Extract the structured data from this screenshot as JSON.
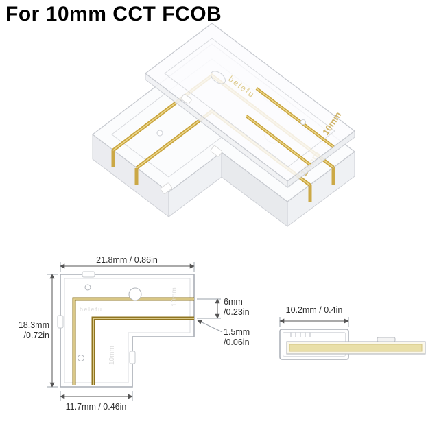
{
  "title": "For 10mm CCT FCOB",
  "colors": {
    "gold": "#c9a43c",
    "trace_brown": "#8f7420",
    "outline_gray": "#a9adb5",
    "dim_text": "#2e2e2e"
  },
  "render": {
    "brand_marking": "belefu",
    "size_marking_lid": "10mm",
    "size_marking_base": "10mm"
  },
  "top_view": {
    "dim_width_top": "21.8mm / 0.86in",
    "dim_height_mm": "18.3mm",
    "dim_height_in": "/0.72in",
    "dim_pitch_mm": "6mm",
    "dim_pitch_in": "/0.23in",
    "dim_trace_mm": "1.5mm",
    "dim_trace_in": "/0.06in",
    "dim_width_bottom": "11.7mm / 0.46in",
    "brand_marking": "belefu",
    "size_marking_arm": "10mm",
    "size_marking_top_arm": "10mm"
  },
  "side_view": {
    "dim_width": "10.2mm / 0.4in"
  }
}
